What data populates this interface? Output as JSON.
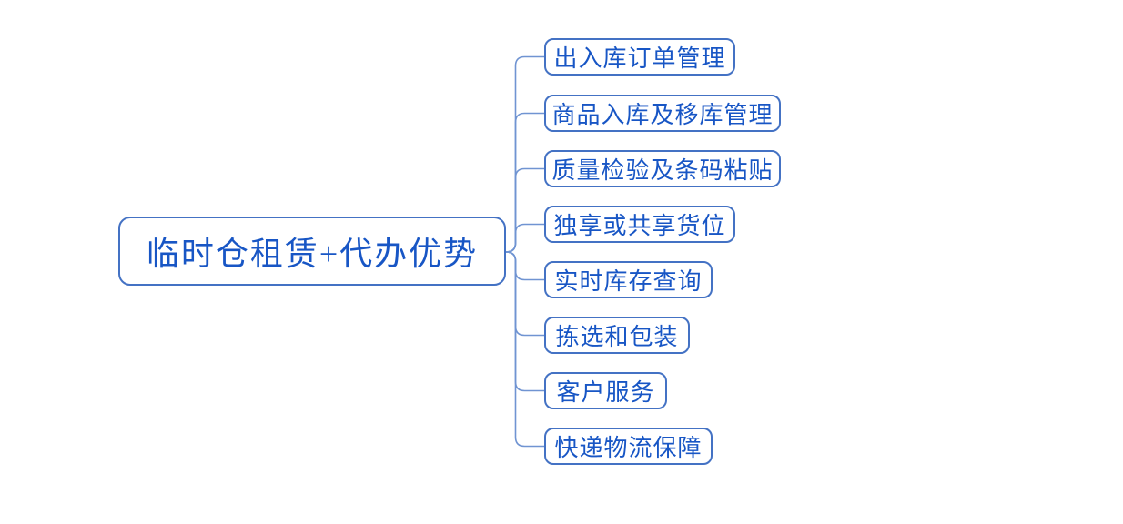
{
  "diagram": {
    "type": "mindmap",
    "root": {
      "label": "临时仓租赁+代办优势"
    },
    "children": [
      {
        "label": "出入库订单管理"
      },
      {
        "label": "商品入库及移库管理"
      },
      {
        "label": "质量检验及条码粘贴"
      },
      {
        "label": "独享或共享货位"
      },
      {
        "label": "实时库存查询"
      },
      {
        "label": "拣选和包装"
      },
      {
        "label": "客户服务"
      },
      {
        "label": "快递物流保障"
      }
    ],
    "colors": {
      "background": "#FFFFFF",
      "node_border": "#4472C4",
      "text": "#1856C5",
      "connector": "#7094D2"
    }
  }
}
